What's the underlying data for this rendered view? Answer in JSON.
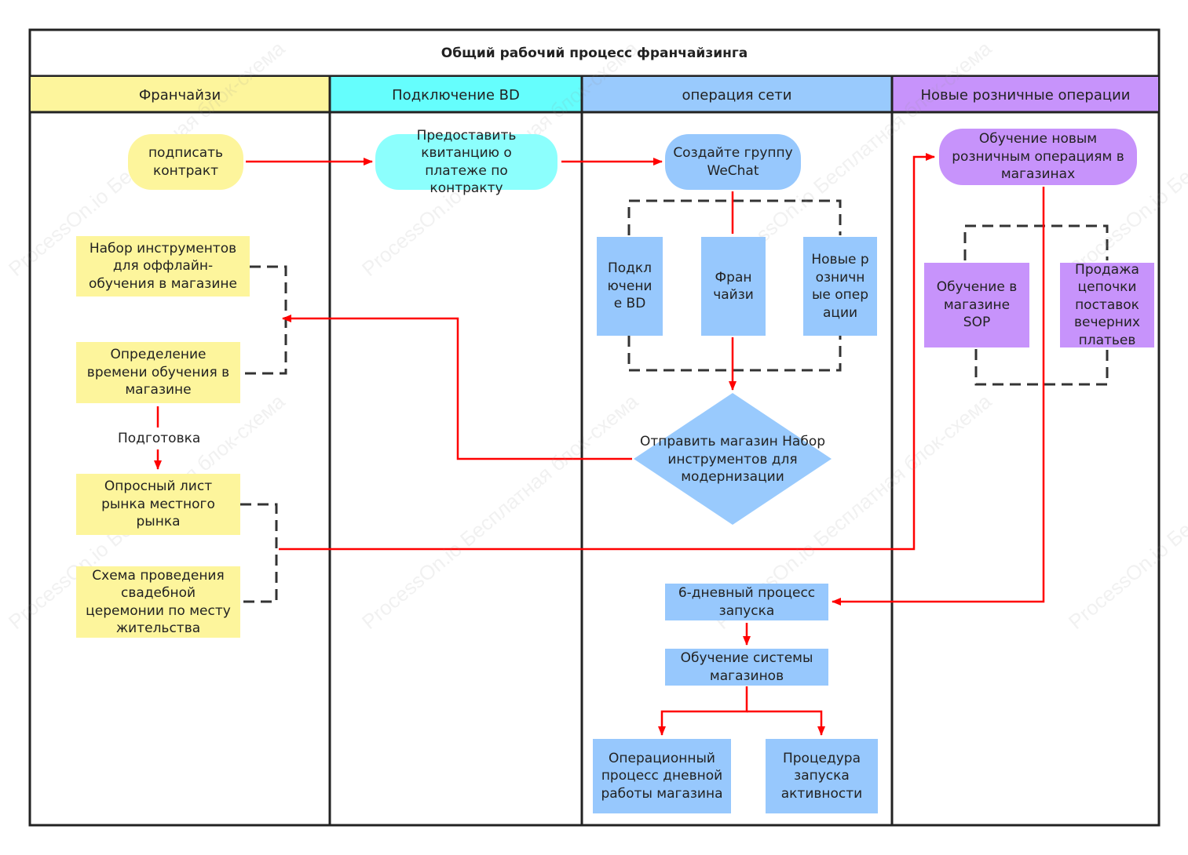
{
  "title": "Общий рабочий процесс франчайзинга",
  "lanes": [
    {
      "label": "Франчайзи",
      "color": "#fdf59c"
    },
    {
      "label": "Подключение BD",
      "color": "#65fefd"
    },
    {
      "label": "операция сети",
      "color": "#99cafd"
    },
    {
      "label": "Новые розничные операции",
      "color": "#c793fb"
    }
  ],
  "nodes": {
    "sign_contract": "подписать контракт",
    "payment_receipt": "Предоставить квитанцию о платеже по контракту",
    "create_wechat": "Создайте группу WeChat",
    "new_retail_training": "Обучение новым розничным операциям в магазинах",
    "offline_toolkit": "Набор инструментов для оффлайн-обучения в магазине",
    "training_time": "Определение времени обучения в магазине",
    "bd_connect_small": "Подключение BD",
    "franchisee_small": "Франчайзи",
    "new_retail_small": "Новые розничные операции",
    "sop_training": "Обучение в магазине SOP",
    "dress_supply": "Продажа цепочки поставок вечерних платьев",
    "send_toolkit": "Отправить магазин Набор инструментов для модернизации",
    "local_survey": "Опросный лист рынка местного рынка",
    "wedding_scheme": "Схема проведения свадебной церемонии по месту жительства",
    "six_day_launch": "6-дневный процесс запуска",
    "system_training": "Обучение системы магазинов",
    "daily_process": "Операционный процесс дневной работы магазина",
    "activity_launch": "Процедура запуска активности"
  },
  "edge_labels": {
    "preparation": "Подготовка"
  },
  "watermark": "ProcessOn.io Бесплатная блок-схема",
  "colors": {
    "arrow": "#ff0000",
    "border": "#222222",
    "dashed": "#333333"
  }
}
